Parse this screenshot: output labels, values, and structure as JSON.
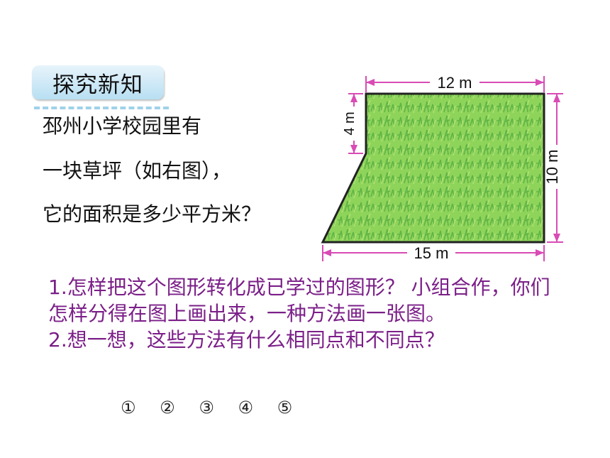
{
  "section": {
    "title": "探究新知"
  },
  "problem": {
    "lines": [
      "邳州小学校园里有",
      "一块草坪（如右图），",
      "它的面积是多少平方米？"
    ]
  },
  "figure": {
    "top_label": "12 m",
    "left_label": "4 m",
    "right_label": "10 m",
    "bottom_label": "15 m",
    "fill_color": "#8fd45a",
    "dimension_color": "#d94bb5"
  },
  "questions": {
    "q1": "1.怎样把这个图形转化成已学过的图形？ 小组合作，你们怎样分得在图上画出来，一种方法画一张图。",
    "q2": "2.想一想，这些方法有什么相同点和不同点？"
  },
  "markers": [
    "①",
    "②",
    "③",
    "④",
    "⑤"
  ]
}
